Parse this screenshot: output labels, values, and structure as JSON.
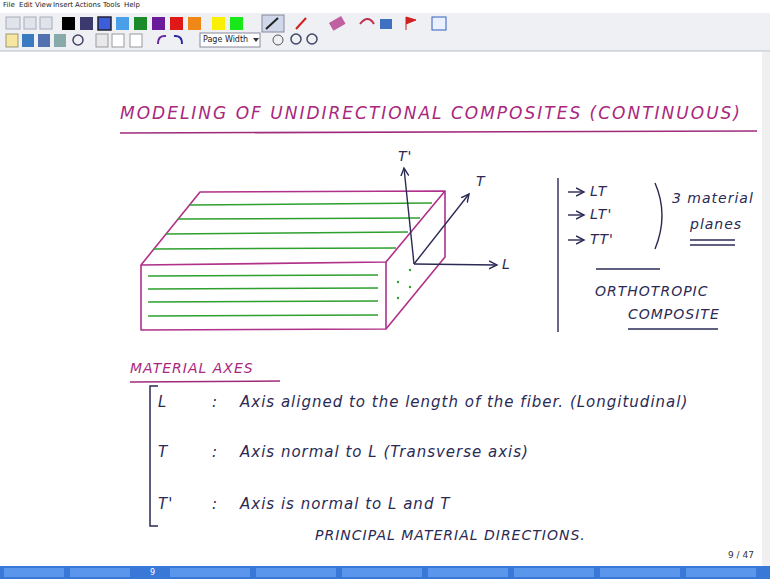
{
  "diagram": {
    "title": "MODELING OF UNIDIRECTIONAL COMPOSITES (CONTINUOUS)",
    "labels": [
      "File",
      "Edit",
      "View",
      "Insert",
      "Actions",
      "Tools",
      "Help",
      "Page Width",
      "T'",
      "T",
      "L",
      "LT",
      "LT'",
      "TT'",
      "3 material",
      "planes",
      "ORTHOTROPIC",
      "COMPOSITE",
      "MATERIAL AXES",
      "L",
      ":",
      "Axis aligned to the length of the fiber. (Longitudinal)",
      "T",
      ":",
      "Axis normal to L (Transverse axis)",
      "T'",
      ":",
      "Axis is normal to L and T",
      "PRINCIPAL MATERIAL DIRECTIONS.",
      "9 / 47",
      "9"
    ]
  }
}
